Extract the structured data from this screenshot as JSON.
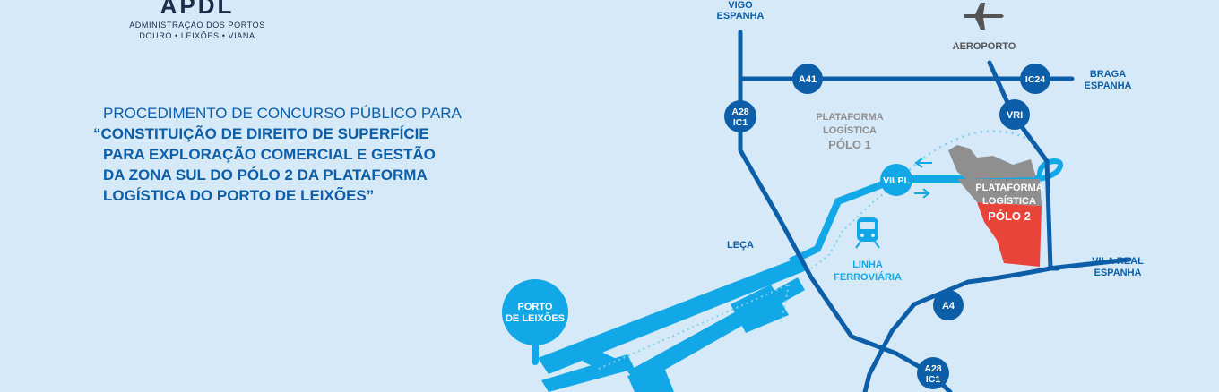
{
  "header": {
    "logo_text": "APDL",
    "org_line1": "ADMINISTRAÇÃO DOS PORTOS",
    "org_line2": "DOURO • LEIXÕES • VIANA"
  },
  "headline": {
    "intro": "PROCEDIMENTO DE CONCURSO PÚBLICO PARA",
    "line1": "“CONSTITUIÇÃO DE DIREITO DE SUPERFÍCIE",
    "line2": "PARA EXPLORAÇÃO COMERCIAL E GESTÃO",
    "line3": "DA ZONA SUL DO PÓLO 2 DA PLATAFORMA",
    "line4": "LOGÍSTICA DO PORTO DE LEIXÕES”"
  },
  "map": {
    "colors": {
      "background": "#d6e9f8",
      "road": "#0d5ea8",
      "rail": "#12a8e8",
      "polo1": "#8f8f8f",
      "polo2": "#e8443a",
      "airport": "#555555"
    },
    "place_labels": {
      "vigo_line1": "VIGO",
      "vigo_line2": "ESPANHA",
      "airport": "AEROPORTO",
      "braga_line1": "BRAGA",
      "braga_line2": "ESPANHA",
      "vila_real_line1": "VILA REAL",
      "vila_real_line2": "ESPANHA",
      "leca": "LEÇA"
    },
    "road_badges": {
      "a41": "A41",
      "ic24": "IC24",
      "vri": "VRI",
      "a28_top_line1": "A28",
      "a28_top_line2": "IC1",
      "vilpl": "VILPL",
      "a4": "A4",
      "a28_bottom_line1": "A28",
      "a28_bottom_line2": "IC1"
    },
    "polo1": {
      "line1": "PLATAFORMA",
      "line2": "LOGÍSTICA",
      "line3": "PÓLO 1"
    },
    "polo2": {
      "line1": "PLATAFORMA",
      "line2": "LOGÍSTICA",
      "line3": "PÓLO 2"
    },
    "railway": {
      "line1": "LINHA",
      "line2": "FERROVIÁRIA",
      "icon": "train-icon"
    },
    "port": {
      "line1": "PORTO",
      "line2": "DE LEIXÕES"
    },
    "icons": {
      "airport": "airplane-icon"
    }
  }
}
